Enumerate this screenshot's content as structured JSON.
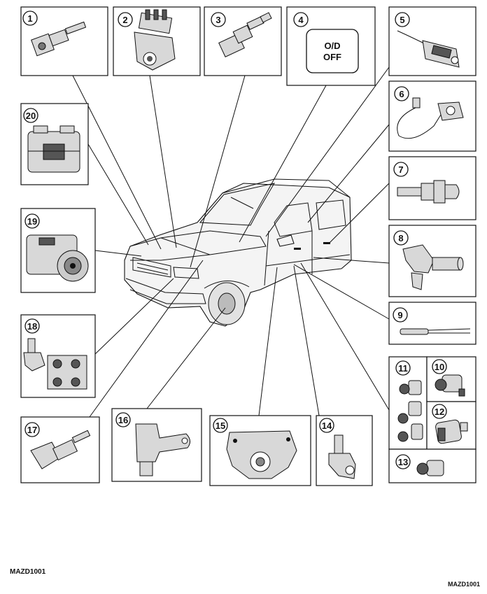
{
  "callouts": [
    "1",
    "2",
    "3",
    "4",
    "5",
    "6",
    "7",
    "8",
    "9",
    "10",
    "11",
    "12",
    "13",
    "14",
    "15",
    "16",
    "17",
    "18",
    "19",
    "20"
  ],
  "switch_label_line1": "O/D",
  "switch_label_line2": "OFF",
  "code_left": "MAZD1001",
  "code_right": "MAZD1001"
}
